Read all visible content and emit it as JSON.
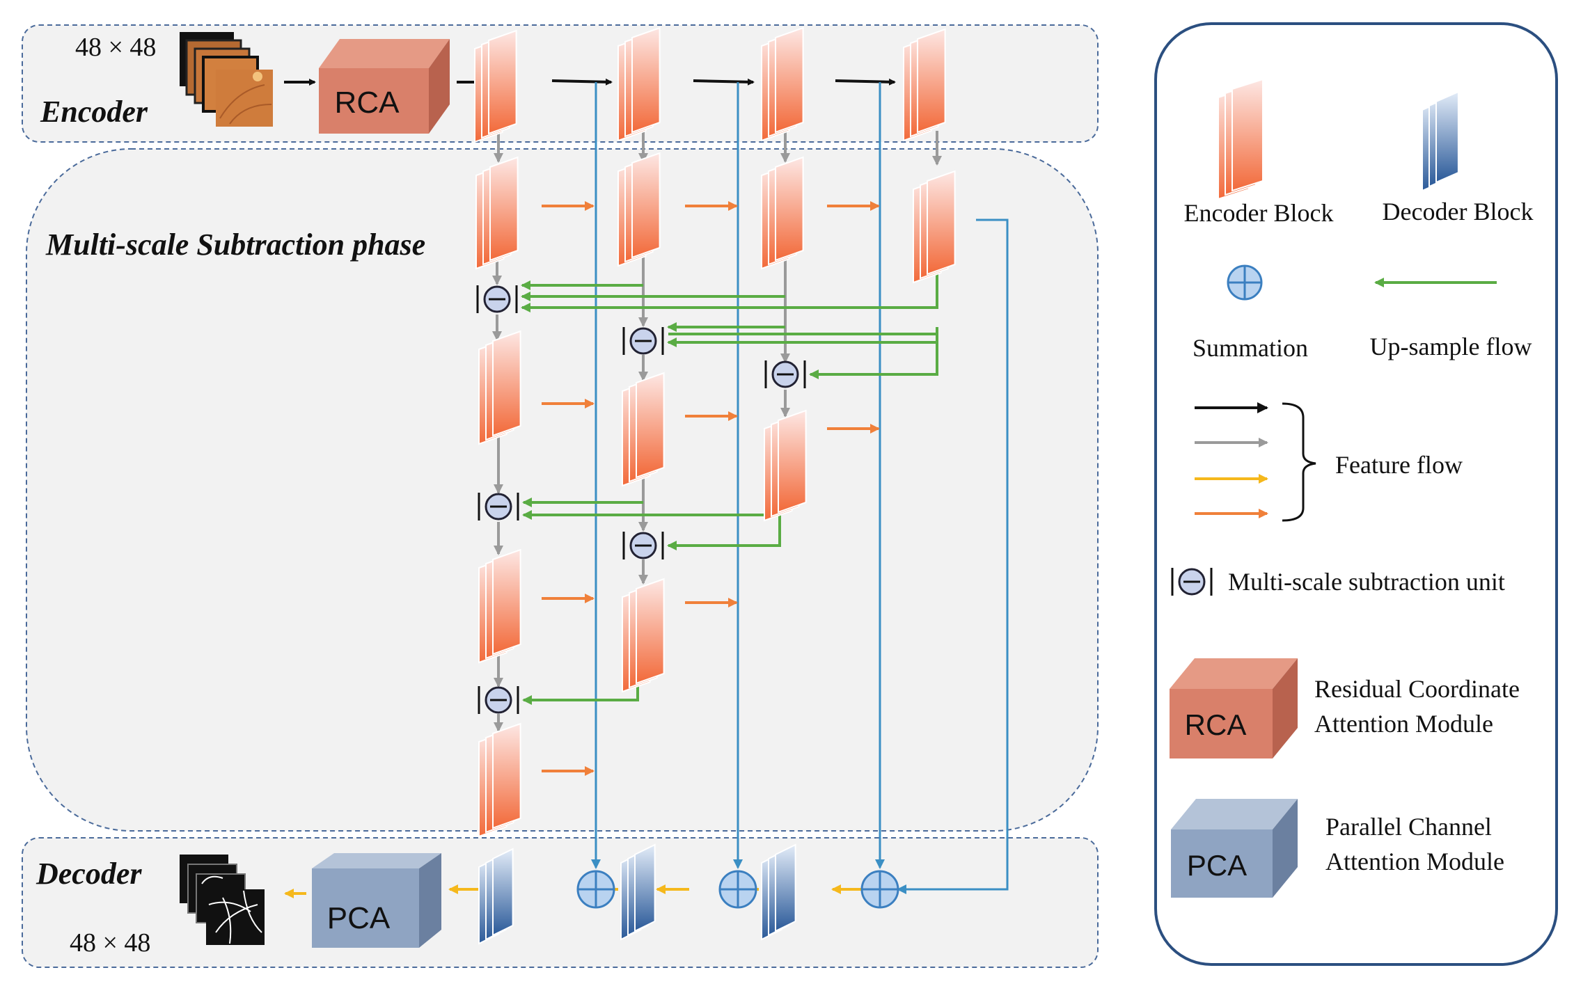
{
  "panels": {
    "encoder_label": "Encoder",
    "subtraction_label": "Multi-scale Subtraction phase",
    "decoder_label": "Decoder",
    "input_size": "48 × 48",
    "output_size": "48 × 48"
  },
  "modules": {
    "rca": "RCA",
    "pca": "PCA"
  },
  "legend": {
    "encoder_block": "Encoder Block",
    "decoder_block": "Decoder Block",
    "summation": "Summation",
    "upsample_flow": "Up-sample  flow",
    "feature_flow": "Feature flow",
    "subtraction_unit": "Multi-scale subtraction unit",
    "rca_line1": "Residual Coordinate",
    "rca_line2": "Attention Module",
    "rca_box": "RCA",
    "pca_line1": "Parallel Channel",
    "pca_line2": "Attention Module",
    "pca_box": "PCA"
  },
  "colors": {
    "encoder_top": "#fde2e2",
    "encoder_bottom": "#f26a3a",
    "decoder_top": "#dfe9f7",
    "decoder_bottom": "#2d5c9b",
    "rca_front": "#d9806a",
    "pca_front": "#8fa4c2",
    "upsample": "#5aac44",
    "skip": "#3b8fc4",
    "orange_flow": "#f0803a",
    "yellow_flow": "#f5b81c",
    "gray_flow": "#9a9a9a"
  }
}
